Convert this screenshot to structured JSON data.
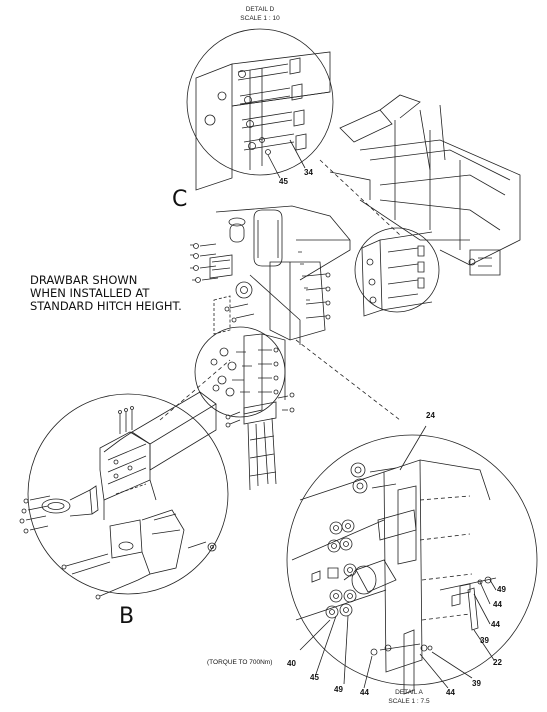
{
  "detail_d": {
    "title": "DETAIL D",
    "scale": "SCALE 1 : 10"
  },
  "detail_a": {
    "title": "DETAIL A",
    "scale": "SCALE 1 : 7.5"
  },
  "view_letters": {
    "c": "C",
    "b": "B"
  },
  "note": "DRAWBAR SHOWN\nWHEN INSTALLED AT\nSTANDARD HITCH HEIGHT.",
  "torque_note": "(TORQUE TO 700Nm)",
  "callouts": {
    "d_45": "45",
    "d_34": "34",
    "a_24": "24",
    "a_49_right": "49",
    "a_44_r1": "44",
    "a_44_r2": "44",
    "a_39_right": "39",
    "a_22": "22",
    "a_40": "40",
    "a_45": "45",
    "a_49_bottom": "49",
    "a_44_bottom_left": "44",
    "a_39_bottom": "39",
    "a_44_bottom_right": "44"
  }
}
